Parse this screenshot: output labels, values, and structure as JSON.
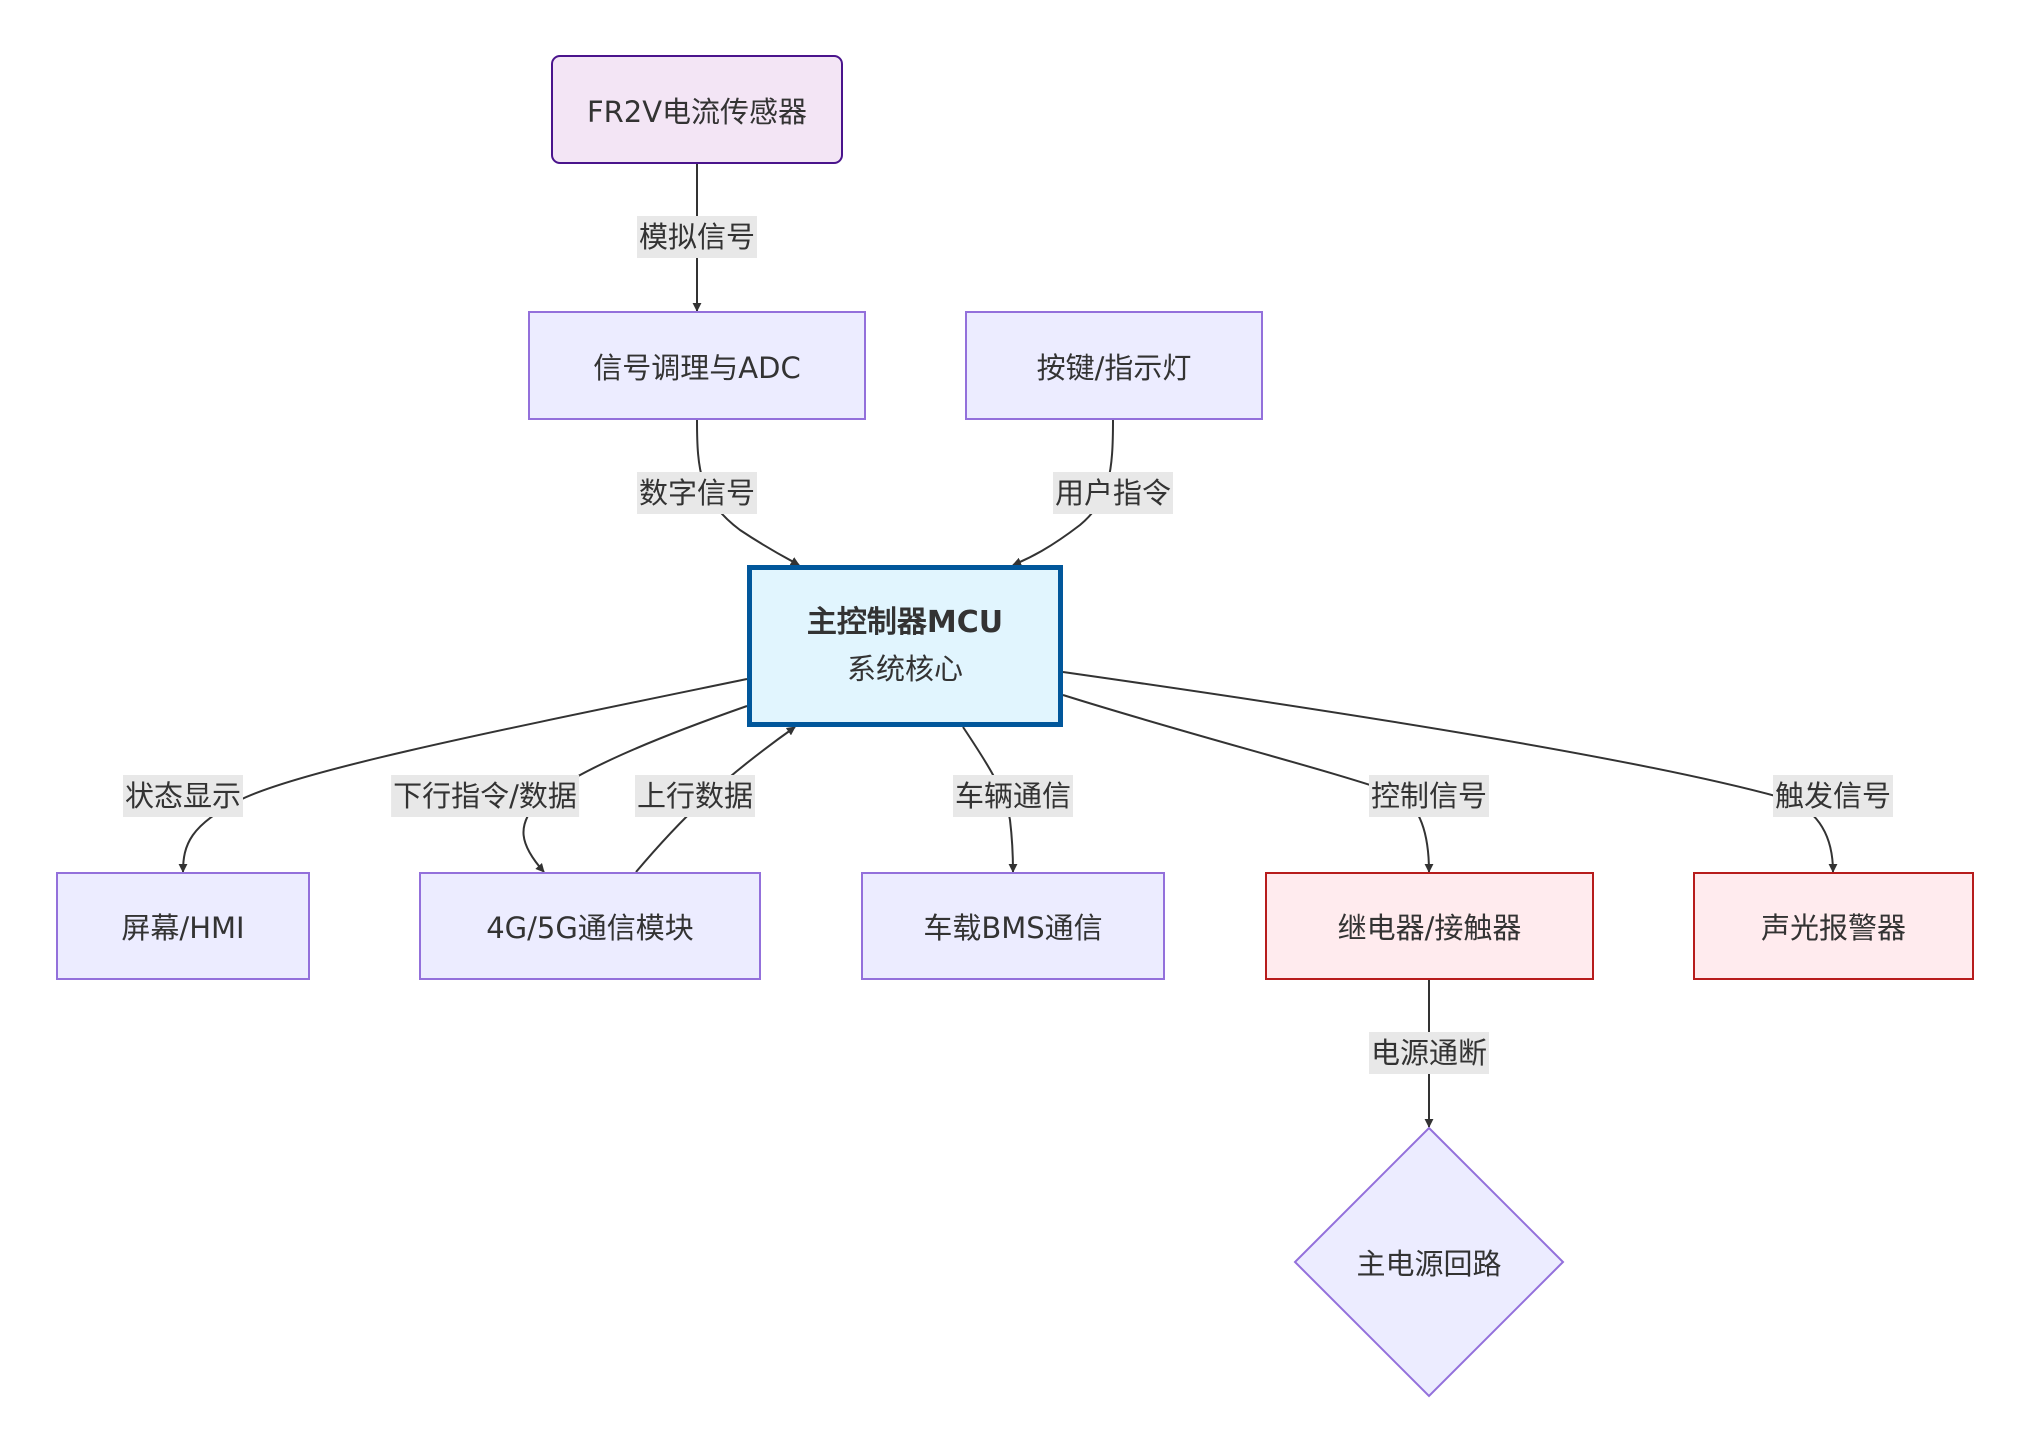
{
  "diagram": {
    "type": "flowchart",
    "nodes": {
      "sensor": {
        "label": "FR2V电流传感器"
      },
      "adc": {
        "label": "信号调理与ADC"
      },
      "keys": {
        "label": "按键/指示灯"
      },
      "mcu": {
        "title": "主控制器MCU",
        "subtitle": "系统核心"
      },
      "hmi": {
        "label": "屏幕/HMI"
      },
      "comm": {
        "label": "4G/5G通信模块"
      },
      "bms": {
        "label": "车载BMS通信"
      },
      "relay": {
        "label": "继电器/接触器"
      },
      "alarm": {
        "label": "声光报警器"
      },
      "power": {
        "label": "主电源回路"
      }
    },
    "edges": [
      {
        "from": "sensor",
        "to": "adc",
        "label": "模拟信号"
      },
      {
        "from": "adc",
        "to": "mcu",
        "label": "数字信号"
      },
      {
        "from": "keys",
        "to": "mcu",
        "label": "用户指令"
      },
      {
        "from": "mcu",
        "to": "hmi",
        "label": "状态显示"
      },
      {
        "from": "mcu",
        "to": "comm",
        "label": "下行指令/数据"
      },
      {
        "from": "comm",
        "to": "mcu",
        "label": "上行数据"
      },
      {
        "from": "mcu",
        "to": "bms",
        "label": "车辆通信"
      },
      {
        "from": "mcu",
        "to": "relay",
        "label": "控制信号"
      },
      {
        "from": "mcu",
        "to": "alarm",
        "label": "触发信号"
      },
      {
        "from": "relay",
        "to": "power",
        "label": "电源通断"
      }
    ],
    "colors": {
      "edge": "#333333",
      "default_fill": "#ececff",
      "default_stroke": "#9370db",
      "sensor_fill": "#f3e5f5",
      "sensor_stroke": "#4a148c",
      "core_fill": "#e1f5fe",
      "core_stroke": "#01579b",
      "danger_fill": "#ffebee",
      "danger_stroke": "#b71c1c",
      "label_bg": "#e8e8e8"
    }
  }
}
